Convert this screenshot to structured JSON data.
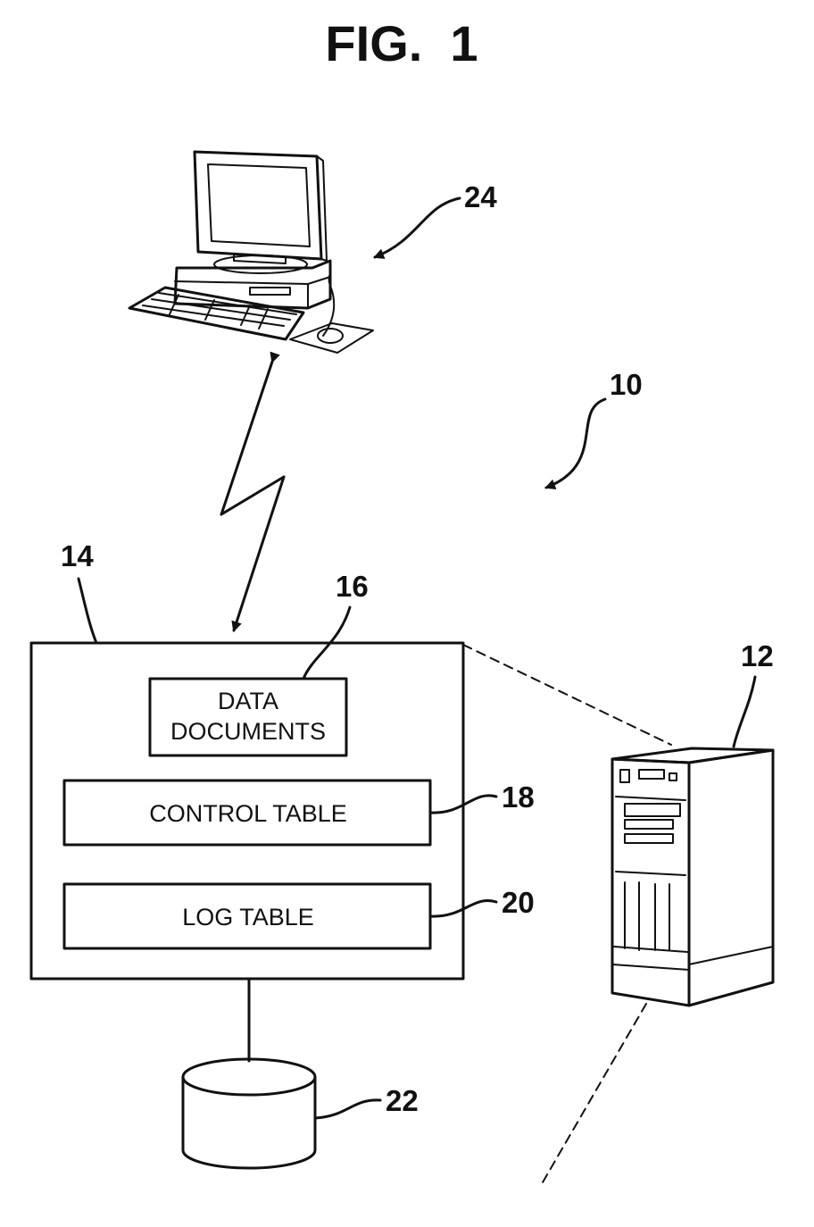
{
  "figure": {
    "title": "FIG.  1"
  },
  "boxes": {
    "data_documents_line1": "DATA",
    "data_documents_line2": "DOCUMENTS",
    "control_table": "CONTROL TABLE",
    "log_table": "LOG TABLE"
  },
  "refs": {
    "system": "10",
    "server": "12",
    "memory": "14",
    "data_documents": "16",
    "control_table": "18",
    "log_table": "20",
    "storage": "22",
    "terminal": "24"
  },
  "icons": {
    "computer": "desktop-computer-icon",
    "server": "server-tower-icon",
    "storage": "database-cylinder-icon"
  }
}
